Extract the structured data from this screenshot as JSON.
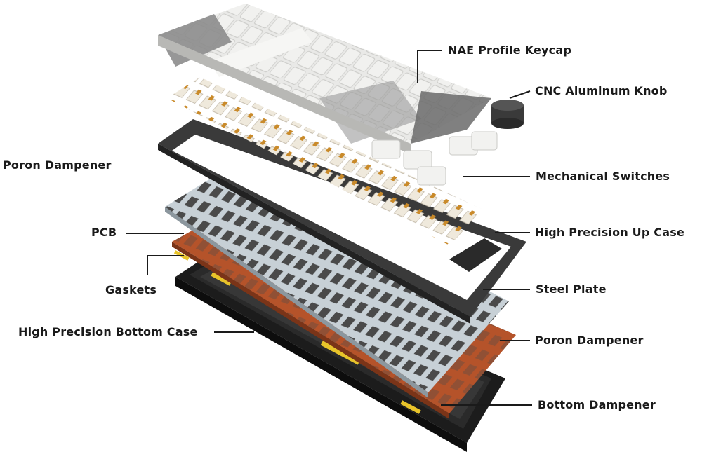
{
  "labels": {
    "nae_keycap": "NAE Profile Keycap",
    "knob": "CNC Aluminum Knob",
    "poron_left": "Poron Dampener",
    "switches": "Mechanical Switches",
    "pcb": "PCB",
    "up_case": "High Precision Up Case",
    "gaskets": "Gaskets",
    "steel_plate": "Steel Plate",
    "bottom_case": "High Precision Bottom Case",
    "poron_right": "Poron Dampener",
    "bottom_dampener": "Bottom Dampener"
  },
  "colors": {
    "bottom_case": "#1c1c1c",
    "pcb": "#b5532a",
    "steel_plate": "#c7d0d6",
    "up_case": "#3a3a3a",
    "keycap_light": "#e9e9e7",
    "keycap_gray": "#8c8c8c",
    "keycap_dark": "#6a6a6a",
    "switch_stem": "#c98a2a",
    "gasket": "#e8c42a"
  }
}
